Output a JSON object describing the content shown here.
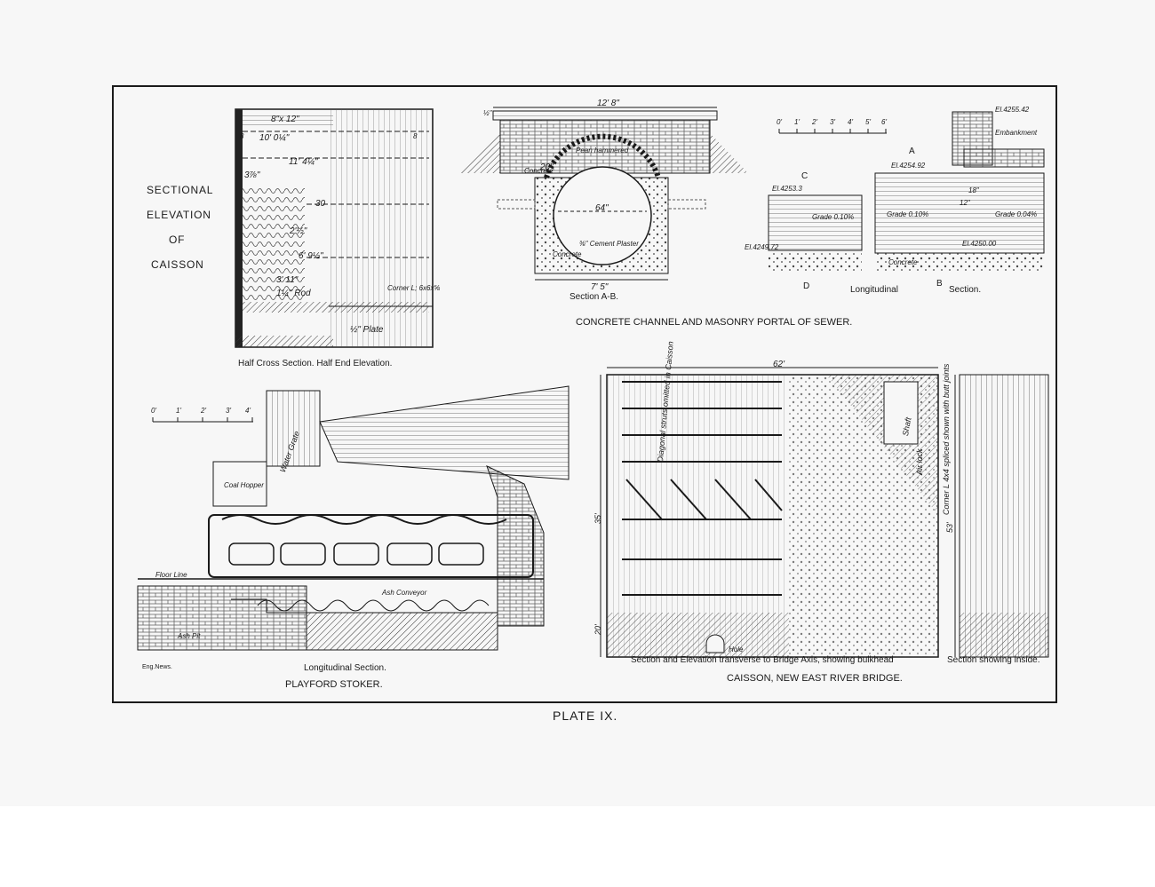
{
  "plate": {
    "title": "PLATE IX."
  },
  "caisson_elevation": {
    "title_lines": [
      "SECTIONAL",
      "ELEVATION",
      "OF",
      "CAISSON"
    ],
    "caption": "Half Cross Section.   Half End Elevation.",
    "dims": [
      "8\"x 12\"",
      "8",
      "10' 0¼\"",
      "8",
      "11' 4¼\"",
      "3⅞\"",
      "30",
      "2'½\"",
      "6' 9½\"",
      "3' 11\"",
      "1¼\" Rod",
      "Corner L; 6x6x⅝",
      "½\" Plate"
    ]
  },
  "sewer": {
    "section_label": "Section A-B.",
    "caption": "CONCRETE CHANNEL AND MASONRY PORTAL OF SEWER.",
    "dims": [
      "12' 8\"",
      "½\"",
      "20\"",
      "64\"",
      "7' 5\""
    ],
    "notes": [
      "Concrete",
      "Pean hammered",
      "⅜\" Cement Plaster",
      "Concrete"
    ],
    "scale_ticks": [
      "0'",
      "1'",
      "2'",
      "3'",
      "4'",
      "5'",
      "6'"
    ],
    "points": [
      "C",
      "A",
      "D",
      "B"
    ],
    "long_notes": [
      "El.4255.42",
      "Embankment",
      "El.4254.92",
      "El.4253.3",
      "Grade 0.10%",
      "Grade 0.10%",
      "Grade 0.04%",
      "El.4249.72",
      "El.4250.00",
      "Concrete",
      "18\"",
      "12\""
    ],
    "long_caption_1": "Longitudinal",
    "long_caption_2": "Section."
  },
  "stoker": {
    "scale_ticks": [
      "0'",
      "1'",
      "2'",
      "3'",
      "4'"
    ],
    "labels": [
      "Water Grate",
      "Coal Hopper",
      "Floor Line",
      "Ash Conveyor",
      "Ash Pit"
    ],
    "eng_news": "Eng.News.",
    "sub_caption": "Longitudinal Section.",
    "caption": "PLAYFORD   STOKER."
  },
  "east_river": {
    "dims": [
      "62'",
      "35'",
      "20'",
      "53'"
    ],
    "notes": [
      "Diagonal struts omitted in Caisson",
      "Air lock",
      "Corner L 4x4 spliced shown with butt joints",
      "Shaft",
      "Hole"
    ],
    "left_caption": "Section and Elevation transverse to Bridge Axis, showing bulkhead",
    "right_caption": "Section showing inside.",
    "caption": "CAISSON, NEW EAST RIVER BRIDGE."
  }
}
